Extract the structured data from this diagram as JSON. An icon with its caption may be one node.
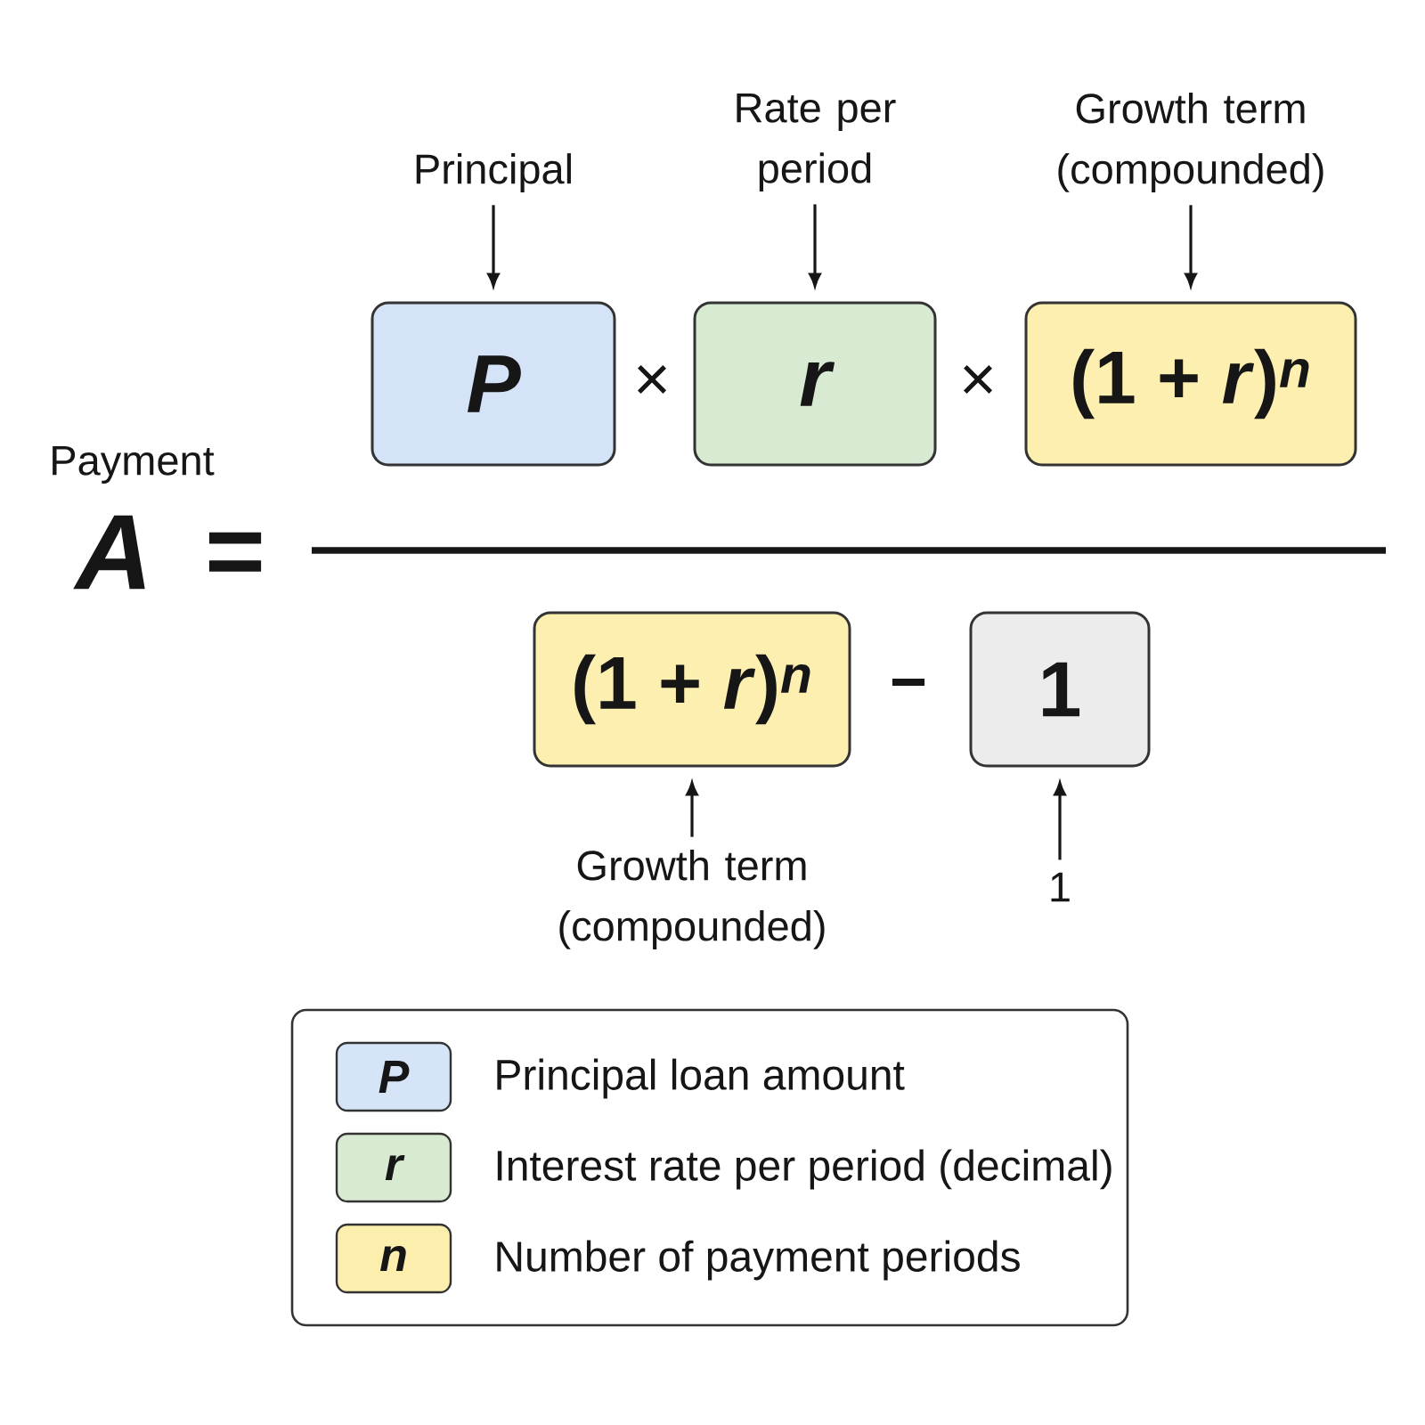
{
  "diagram": {
    "nodes": [
      {
        "text": [
          "Principal"
        ]
      },
      {
        "text": [
          "Rate per period"
        ]
      },
      {
        "text": [
          "Growth term (compounded)"
        ]
      },
      {
        "text": [
          "P"
        ]
      },
      {
        "text": [
          "r"
        ]
      },
      {
        "text": [
          "(1 + *r*)$^{n}$"
        ]
      },
      {
        "text": [
          "(1 + *r*)$^{n}$"
        ]
      },
      {
        "text": [
          "1"
        ]
      },
      {
        "text": [
          "Growth term (compounded)"
        ]
      },
      {
        "text": [
          "1"
        ]
      }
    ],
    "edges": [
      {
        "from": 0,
        "to": 3,
        "arrow": "to"
      },
      {
        "from": 1,
        "to": 4,
        "arrow": "to"
      },
      {
        "from": 2,
        "to": 5,
        "arrow": "to"
      },
      {
        "from": 8,
        "to": 6,
        "arrow": "to"
      },
      {
        "from": 9,
        "to": 7,
        "arrow": "to"
      }
    ],
    "labels": [
      "×",
      "×",
      "Payment",
      "A",
      "=",
      "−",
      "P",
      "r",
      "n"
    ],
    "legend": [
      {
        "text": "Principal loan amount",
        "color": "#d5e4f7"
      },
      {
        "text": "Interest rate per period (decimal)",
        "color": "#d9ead3"
      },
      {
        "text": "Number of payment periods",
        "color": "#fcefae"
      }
    ]
  }
}
